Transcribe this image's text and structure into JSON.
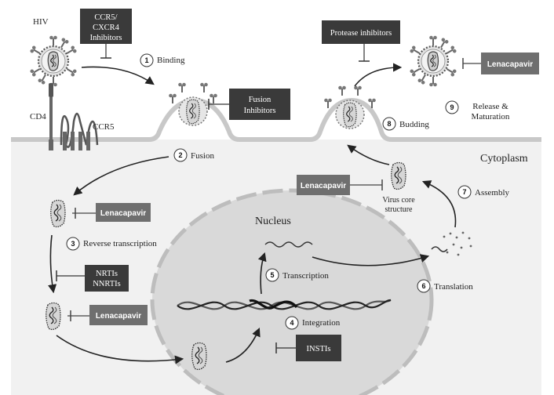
{
  "labels": {
    "hiv": "HIV",
    "cd4": "CD4",
    "ccr5": "CCR5",
    "cytoplasm": "Cytoplasm",
    "nucleus": "Nucleus",
    "virus_core": "Virus core",
    "virus_core_2": "structure",
    "release_1": "Release &",
    "release_2": "Maturation"
  },
  "steps": [
    {
      "num": "1",
      "label": "Binding"
    },
    {
      "num": "2",
      "label": "Fusion"
    },
    {
      "num": "3",
      "label": "Reverse transcription"
    },
    {
      "num": "4",
      "label": "Integration"
    },
    {
      "num": "5",
      "label": "Transcription"
    },
    {
      "num": "6",
      "label": "Translation"
    },
    {
      "num": "7",
      "label": "Assembly"
    },
    {
      "num": "8",
      "label": "Budding"
    },
    {
      "num": "9",
      "label": ""
    }
  ],
  "inhibitors": {
    "ccr5_line1": "CCR5/",
    "ccr5_line2": "CXCR4",
    "ccr5_line3": "Inhibitors",
    "fusion_line1": "Fusion",
    "fusion_line2": "Inhibitors",
    "protease": "Protease inhibitors",
    "len_release": "Lenacapavir",
    "len_assembly": "Lenacapavir",
    "len_rt": "Lenacapavir",
    "nrti_line1": "NRTIs",
    "nrti_line2": "NNRTIs",
    "len_import": "Lenacapavir",
    "insti": "INSTIs"
  },
  "colors": {
    "background": "#ffffff",
    "cytoplasm": "#f1f1f1",
    "nucleus": "#d9d9d9",
    "membrane": "#c8c8c8",
    "inhibitor_dark": "#3a3a3a",
    "inhibitor_mid": "#6f6f6f"
  }
}
